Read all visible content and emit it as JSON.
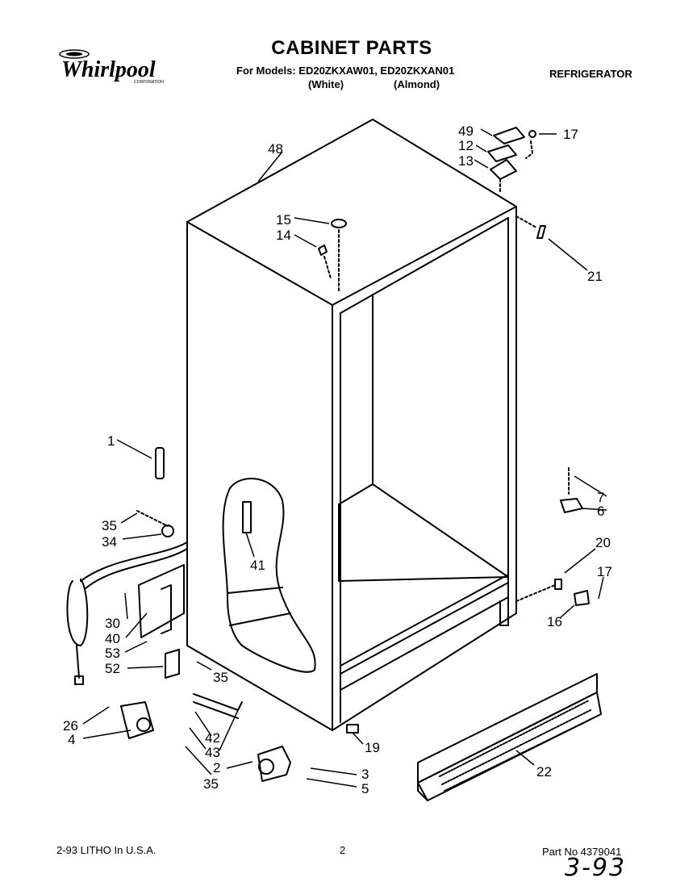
{
  "header": {
    "brand": "Whirlpool",
    "brand_sub": "CORPORATION",
    "title": "CABINET PARTS",
    "models_line": "For Models: ED20ZKXAW01, ED20ZKXAN01",
    "variant_white": "(White)",
    "variant_almond": "(Almond)",
    "category": "REFRIGERATOR"
  },
  "footer": {
    "litho": "2-93 LITHO In U.S.A.",
    "page_number": "2",
    "part_number": "Part No 4379041",
    "handwritten_date": "3-93"
  },
  "callouts": {
    "c48": "48",
    "c49": "49",
    "c12": "12",
    "c13": "13",
    "c17a": "17",
    "c15": "15",
    "c14": "14",
    "c21": "21",
    "c1": "1",
    "c35a": "35",
    "c34": "34",
    "c41": "41",
    "c7": "7",
    "c6": "6",
    "c20": "20",
    "c17b": "17",
    "c16": "16",
    "c30": "30",
    "c40": "40",
    "c53": "53",
    "c52": "52",
    "c35b": "35",
    "c26": "26",
    "c4": "4",
    "c42": "42",
    "c43": "43",
    "c2": "2",
    "c35c": "35",
    "c19": "19",
    "c3": "3",
    "c5": "5",
    "c22": "22"
  }
}
